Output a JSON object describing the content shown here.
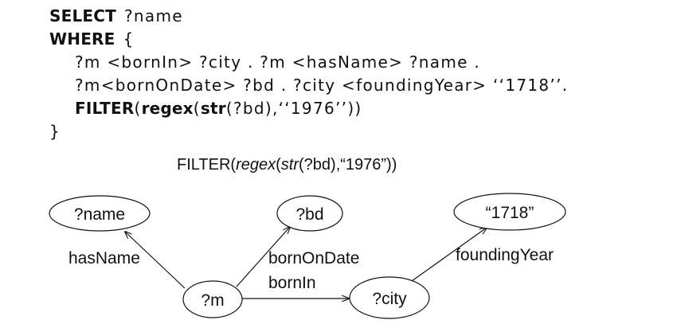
{
  "query": {
    "select_kw": "SELECT",
    "select_var": "?name",
    "where_kw": "WHERE",
    "open_brace": "{",
    "line1": "?m <bornIn> ?city . ?m <hasName> ?name .",
    "line2": "?m<bornOnDate> ?bd . ?city <foundingYear> ‘‘1718’’.",
    "filter_kw": "FILTER",
    "filter_paren_open": "(",
    "regex_kw": "regex",
    "regex_paren_open": "(",
    "str_kw": "str",
    "filter_rest": "(?bd),‘‘1976’’))",
    "close_brace": "}"
  },
  "diagram": {
    "filter_label": {
      "prefix": "FILTER(",
      "regex": "regex",
      "open": "(",
      "str": "str",
      "rest": "(?bd),“1976”))"
    },
    "nodes": {
      "name": "?name",
      "bd": "?bd",
      "year": "“1718”",
      "m": "?m",
      "city": "?city"
    },
    "edges": {
      "hasName": "hasName",
      "bornOnDate": "bornOnDate",
      "bornIn": "bornIn",
      "foundingYear": "foundingYear"
    }
  }
}
